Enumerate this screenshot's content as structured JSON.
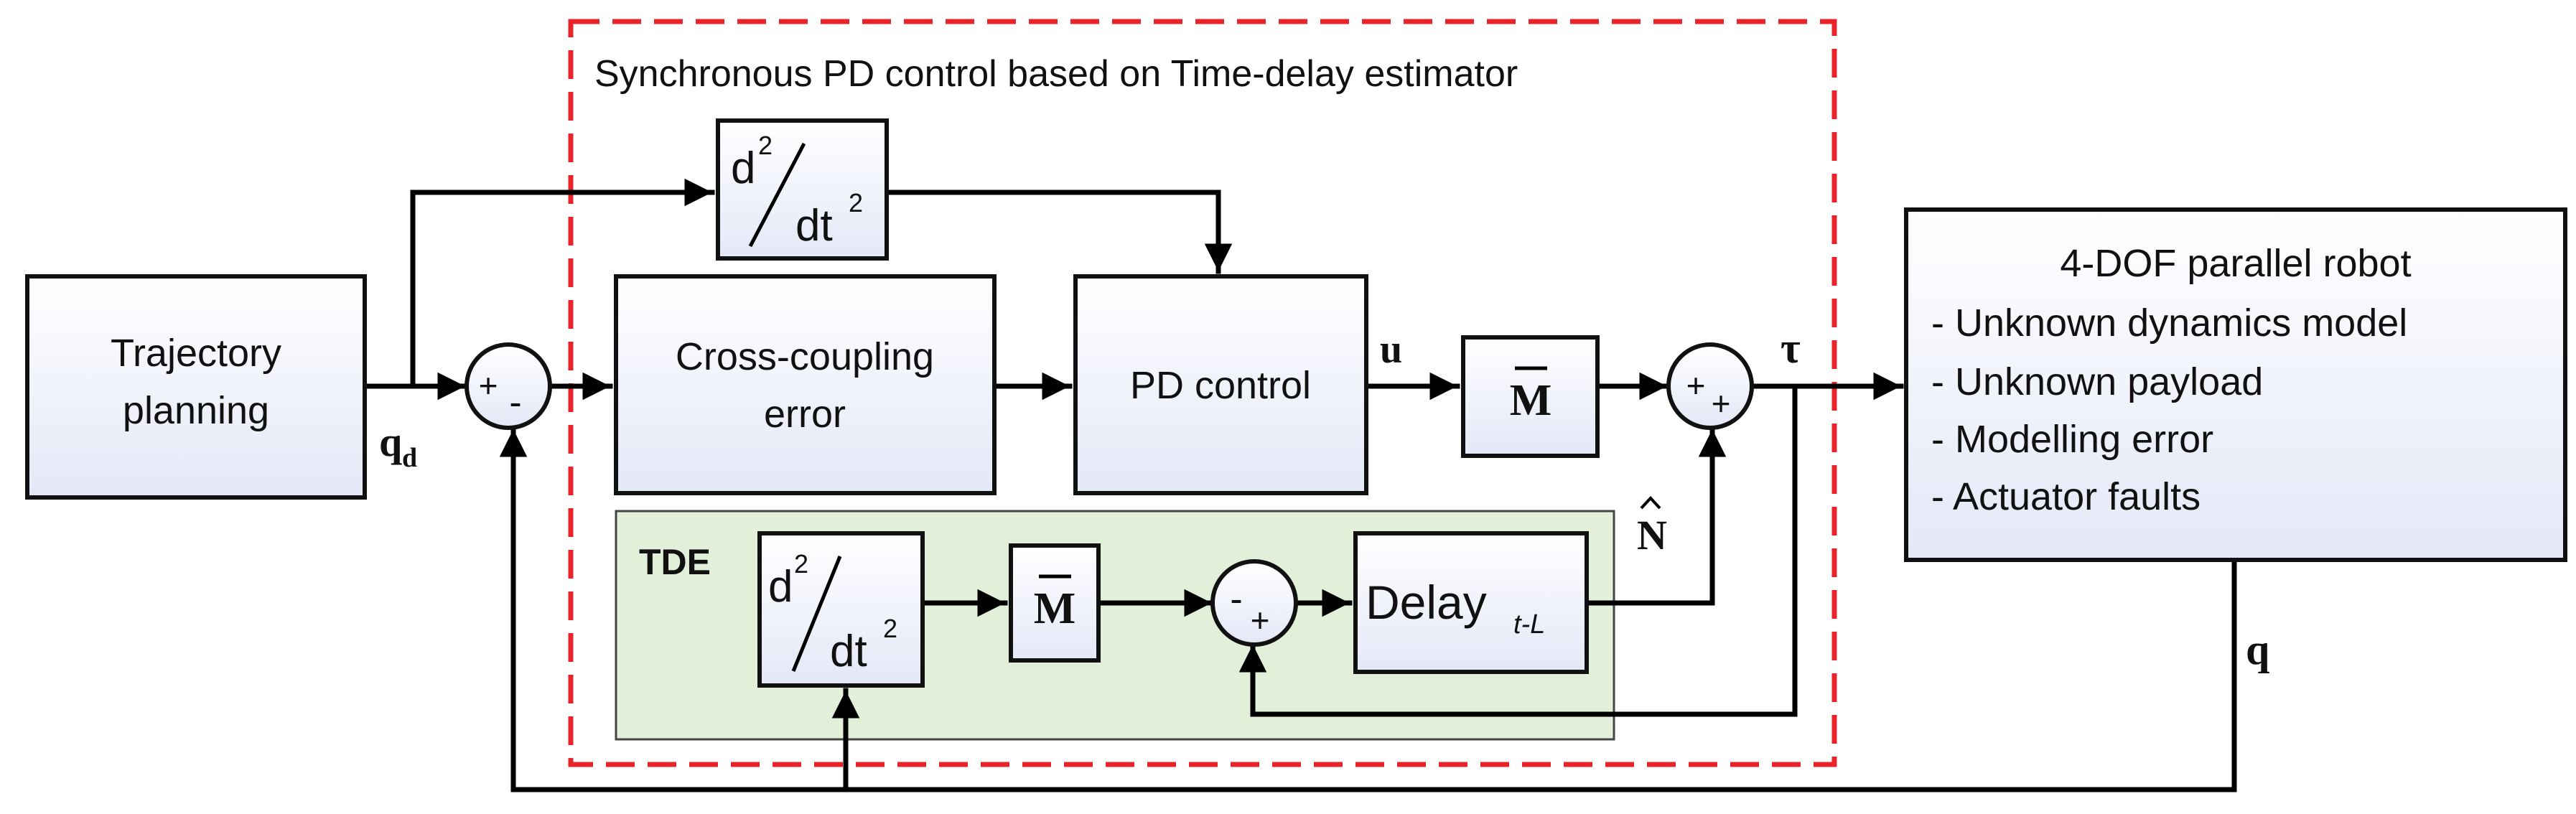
{
  "controller_title": "Synchronous PD control based on Time-delay estimator",
  "tde_label": "TDE",
  "blocks": {
    "trajectory": [
      "Trajectory",
      "planning"
    ],
    "cross_coupling": [
      "Cross-coupling",
      "error"
    ],
    "pd_control": "PD control",
    "mass_main": "M",
    "mass_tde": "M",
    "delay_main": "Delay",
    "delay_sub": "t-L",
    "deriv_num": "d",
    "deriv_den": "dt",
    "deriv_exp": "2"
  },
  "robot": {
    "title": "4-DOF parallel robot",
    "items": [
      "- Unknown dynamics model",
      "- Unknown payload",
      "- Modelling error",
      "- Actuator faults"
    ]
  },
  "signals": {
    "qd_main": "q",
    "qd_sub": "d",
    "u": "u",
    "tau": "τ",
    "nhat": "N",
    "q": "q"
  },
  "sum_signs": {
    "s1": [
      "+",
      "-"
    ],
    "s2": [
      "+",
      "+"
    ],
    "s3": [
      "-",
      "+"
    ]
  },
  "colors": {
    "controller_border": "#e8242b",
    "tde_fill": "#e2efd9",
    "box_fill": "#eef0fb"
  }
}
